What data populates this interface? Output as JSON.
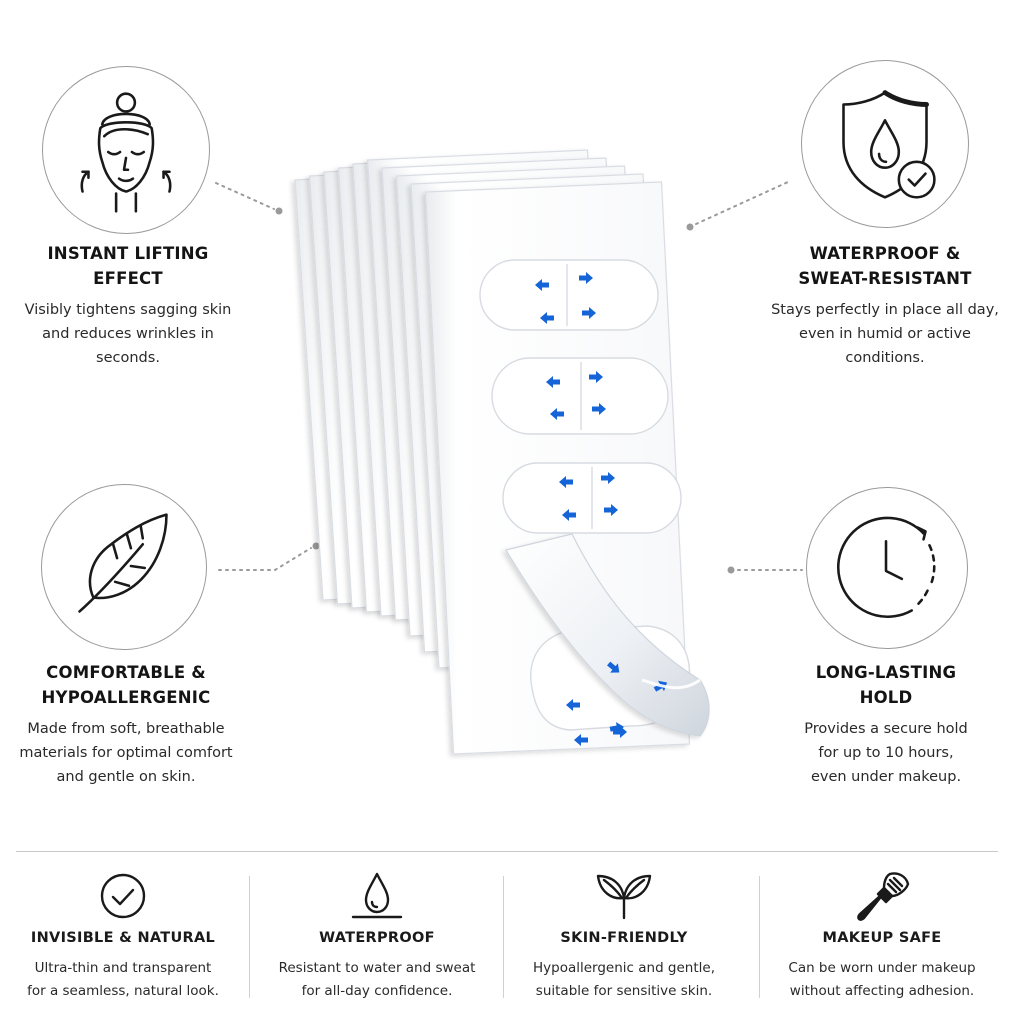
{
  "features": {
    "lifting": {
      "icon": "face-lift-icon",
      "title_line1": "INSTANT LIFTING",
      "title_line2": "EFFECT",
      "desc": [
        "Visibly tightens sagging skin",
        "and reduces wrinkles in",
        "seconds."
      ]
    },
    "waterproof": {
      "icon": "shield-drop-check-icon",
      "title_line1": "WATERPROOF &",
      "title_line2": "SWEAT-RESISTANT",
      "desc": [
        "Stays perfectly in place all day,",
        "even in humid or active",
        "conditions."
      ]
    },
    "comfortable": {
      "icon": "feather-icon",
      "title_line1": "COMFORTABLE &",
      "title_line2": "HYPOALLERGENIC",
      "desc": [
        "Made from soft, breathable",
        "materials for optimal comfort",
        "and gentle on skin."
      ]
    },
    "longlasting": {
      "icon": "clock-icon",
      "title_line1": "LONG-LASTING",
      "title_line2": "HOLD",
      "desc": [
        "Provides a secure hold",
        "for up to 10 hours,",
        "even under makeup."
      ]
    }
  },
  "benefits": [
    {
      "icon": "check-circle-icon",
      "title": "INVISIBLE & NATURAL",
      "desc": [
        "Ultra-thin and transparent",
        "for a seamless, natural look."
      ]
    },
    {
      "icon": "water-drop-icon",
      "title": "WATERPROOF",
      "desc": [
        "Resistant to water and sweat",
        "for all-day confidence."
      ]
    },
    {
      "icon": "leaves-icon",
      "title": "SKIN-FRIENDLY",
      "desc": [
        "Hypoallergenic and gentle,",
        "suitable for sensitive skin."
      ]
    },
    {
      "icon": "makeup-brush-icon",
      "title": "MAKEUP SAFE",
      "desc": [
        "Can be worn under makeup",
        "without affecting adhesion."
      ]
    }
  ],
  "colors": {
    "arrow_blue": "#1565d8",
    "outline": "#1a1a1a",
    "circle_border": "#9a9a9a",
    "dots": "#9a9a9a"
  }
}
